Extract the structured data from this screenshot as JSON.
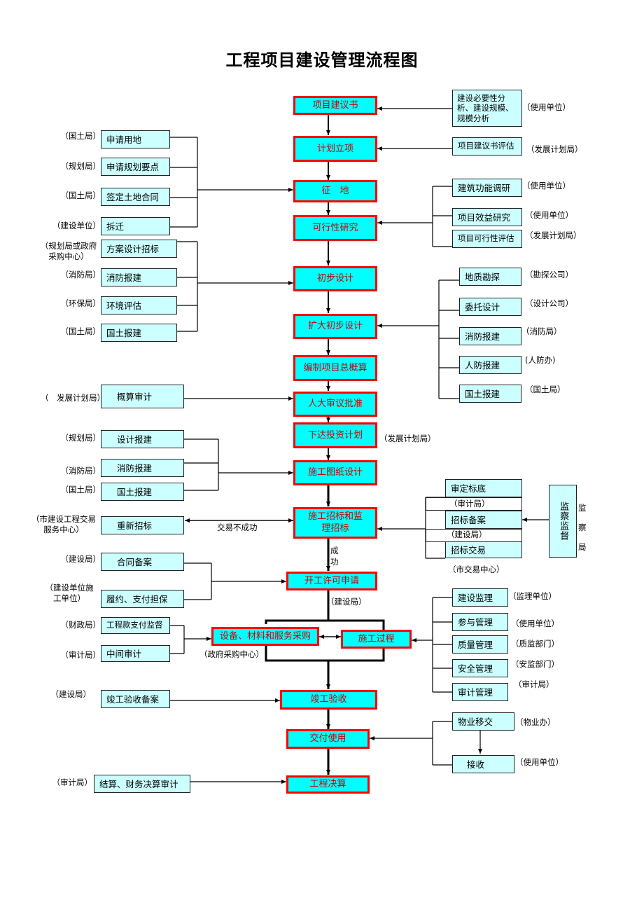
{
  "title": "工程项目建设管理流程图",
  "main_steps": [
    "项目建议书",
    "计划立项",
    "征　地",
    "可行性研究",
    "初步设计",
    "扩大初步设计",
    "编制项目总概算",
    "人大审议批准",
    "下达投资计划",
    "施工图纸设计",
    "施工招标和监理招标",
    "开工许可申请",
    "设备、材料和服务采购",
    "施工过程",
    "竣工验收",
    "交付使用",
    "工程决算"
  ],
  "boxes": [
    "建设必要性分析、建设规模、规模分析",
    "项目建议书评估",
    "申请用地",
    "申请规划要点",
    "签定土地合同",
    "拆迁",
    "建筑功能调研",
    "项目效益研究",
    "项目可行性评估",
    "方案设计招标",
    "消防报建",
    "环境评估",
    "国土报建",
    "地质勘探",
    "委托设计",
    "消防报建",
    "人防报建",
    "国土报建",
    "概算审计",
    "设计报建",
    "消防报建",
    "国土报建",
    "审定标底",
    "招标备案",
    "招标交易",
    "重新招标",
    "监察监督",
    "合同备案",
    "履约、支付担保",
    "工程款支付监督",
    "中间审计",
    "建设监理",
    "参与管理",
    "质量管理",
    "安全管理",
    "审计管理",
    "竣工验收备案",
    "物业移交",
    "接收",
    "结算、财务决算审计"
  ],
  "notes": [
    "（使用单位）",
    "（国土局）",
    "（发展计划局）",
    "（规划局）",
    "（国土局）",
    "（使用单位）",
    "（建设单位）",
    "（使用单位）",
    "（发展计划局）",
    "（规划局或政府采购中心）",
    "（消防局）",
    "（勘探公司）",
    "（环保局）",
    "（设计公司）",
    "（国土局）",
    "（消防局）",
    "(人防办)",
    "（国土局）",
    "（　发展计划局）",
    "（发展计划局）",
    "（规划局）",
    "（消防局）",
    "（国土局）",
    "（审计局）",
    "（市建设工程交易服务中心）",
    "交易不成功",
    "（建设局）",
    "监",
    "察",
    "局",
    "成功",
    "（市交易中心）",
    "（建设局）",
    "（建设单位施工单位）",
    "（建设局）",
    "（监理单位）",
    "（财政局）",
    "（使用单位）",
    "（质监部门）",
    "（审计局）",
    "（政府采购中心）",
    "（安监部门）",
    "（审计局）",
    "（建设局）",
    "（物业办）",
    "（使用单位）",
    "（审计局）"
  ]
}
